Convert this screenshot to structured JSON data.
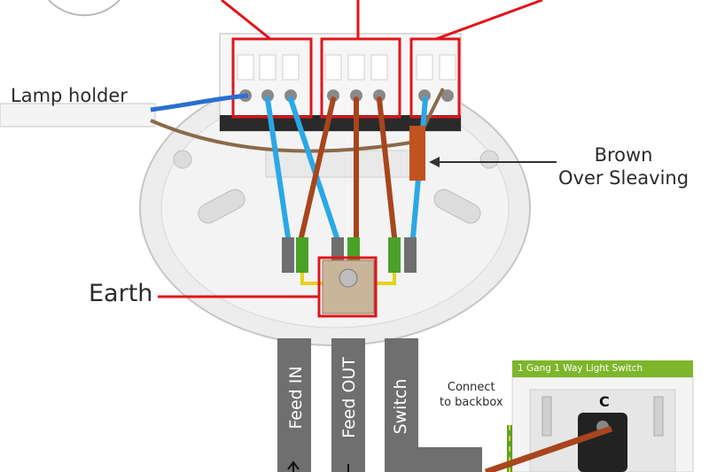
{
  "labels": {
    "lamp_holder": "Lamp holder",
    "brown_line1": "Brown",
    "brown_line2": "Over Sleaving",
    "earth": "Earth",
    "connect_line1": "Connect",
    "connect_line2": "to backbox"
  },
  "cables": {
    "feed_in": "Feed IN",
    "feed_out": "Feed OUT",
    "switch": "Switch"
  },
  "switch_box": {
    "header": "1 Gang 1 Way Light Switch",
    "terminal": "C"
  },
  "colors": {
    "highlight_red": "#e0151b",
    "blue_wire": "#2aa8e6",
    "brown_wire": "#a8451c",
    "earth_green": "#5aa02c",
    "earth_yellow": "#e6d21a",
    "cable_grey": "#6f6f6f",
    "header_green": "#7db62a"
  }
}
